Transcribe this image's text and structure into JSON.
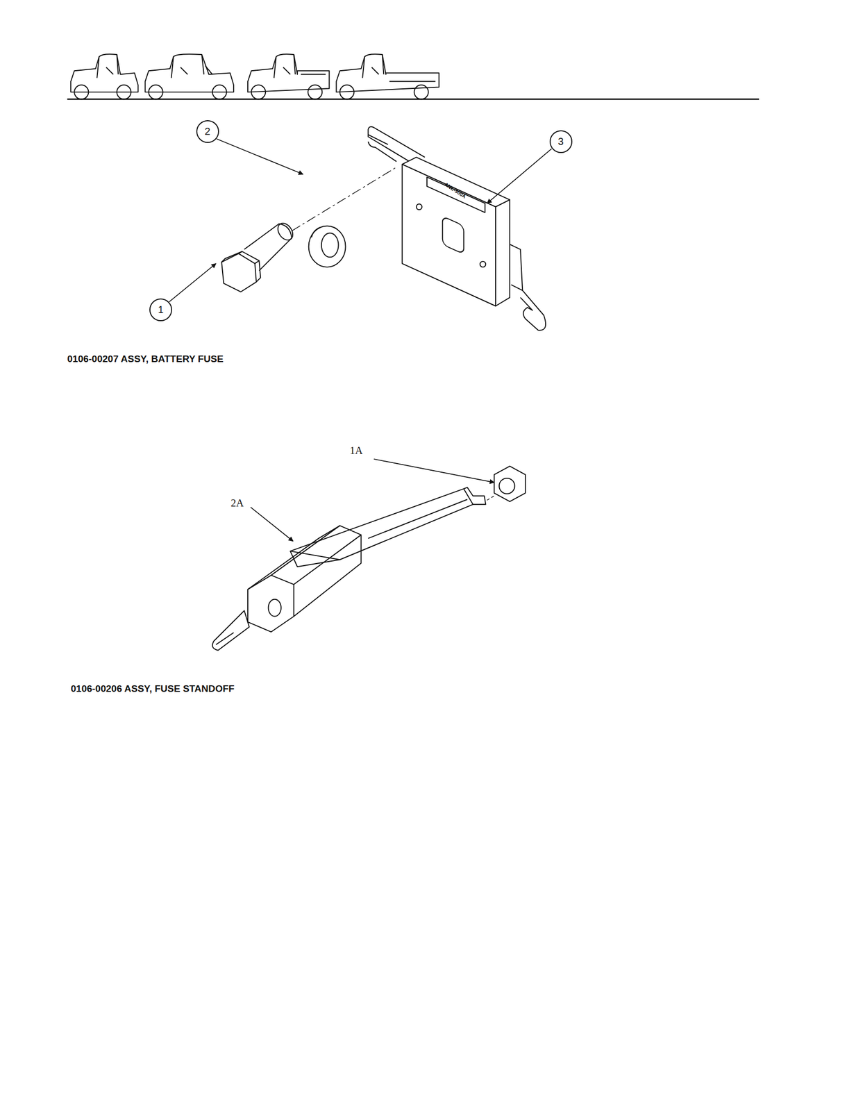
{
  "diagram": {
    "nodes": [
      {
        "text": [
          "2"
        ]
      },
      {
        "text": [
          "3"
        ]
      },
      {
        "text": [
          "1"
        ]
      }
    ],
    "labels": [
      "ANE-300A",
      "0106-00207 ASSY, BATTERY FUSE",
      "1A",
      "2A",
      "0106-00206 ASSY, FUSE STANDOFF"
    ]
  }
}
